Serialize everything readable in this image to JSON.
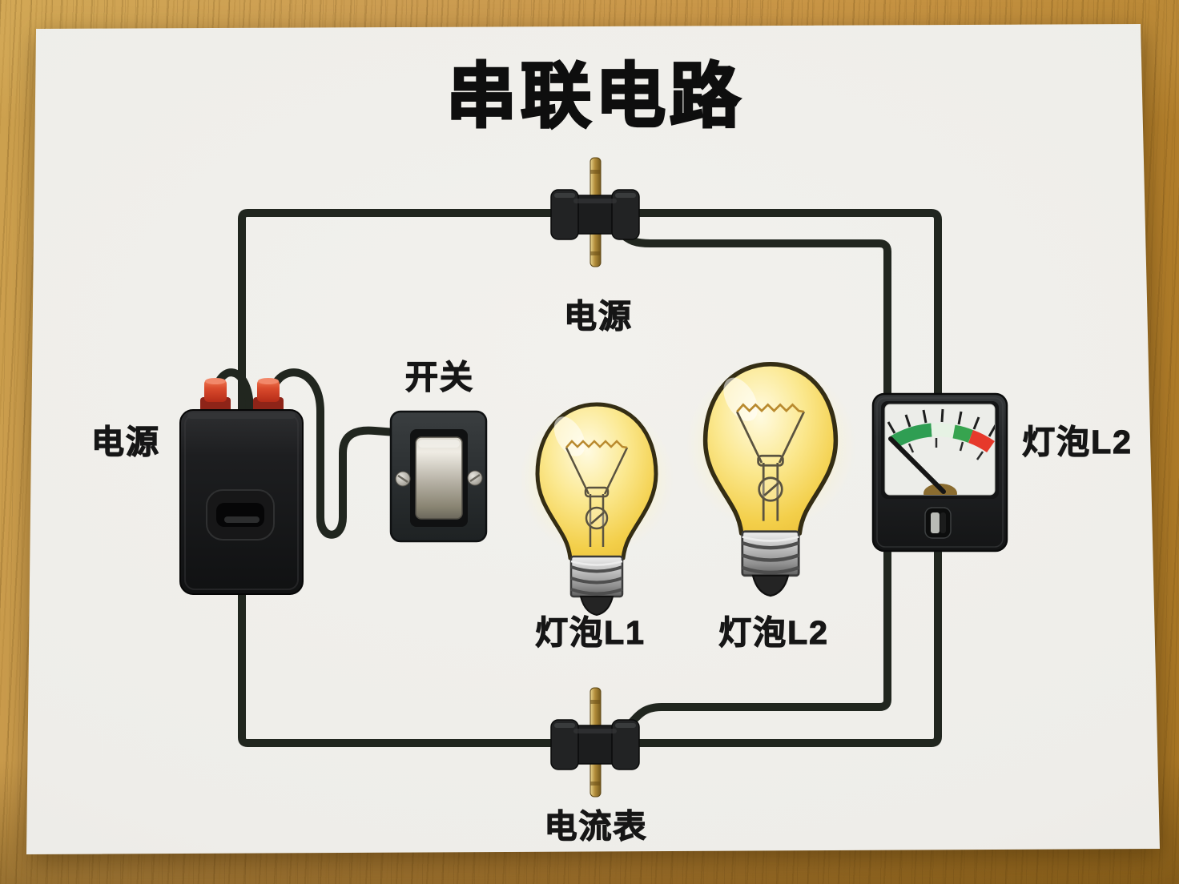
{
  "poster": {
    "title": "串联电路",
    "labels": {
      "top_component": "电源",
      "left_component": "电源",
      "switch": "开关",
      "bulb_l1": "灯泡L1",
      "bulb_l2": "灯泡L2",
      "meter": "灯泡L2",
      "bottom_component": "电流表"
    },
    "components": [
      "battery-box-with-red-terminals",
      "toggle-switch",
      "inline-connector-top",
      "inline-connector-bottom",
      "light-bulb-l1",
      "light-bulb-l2",
      "analog-panel-meter"
    ],
    "colors": {
      "wood_desk": "#c28c3c",
      "paper": "#efeeea",
      "wire": "#21261f",
      "terminal_red": "#d84a2e",
      "meter_green": "#2f9e53",
      "meter_pale": "#e6f2e4",
      "meter_red": "#e6392b",
      "bulb_yellow": "#f3cf4a",
      "brass_rod": "#b18c3a",
      "metal_toggle": "#b5b0a4"
    }
  }
}
